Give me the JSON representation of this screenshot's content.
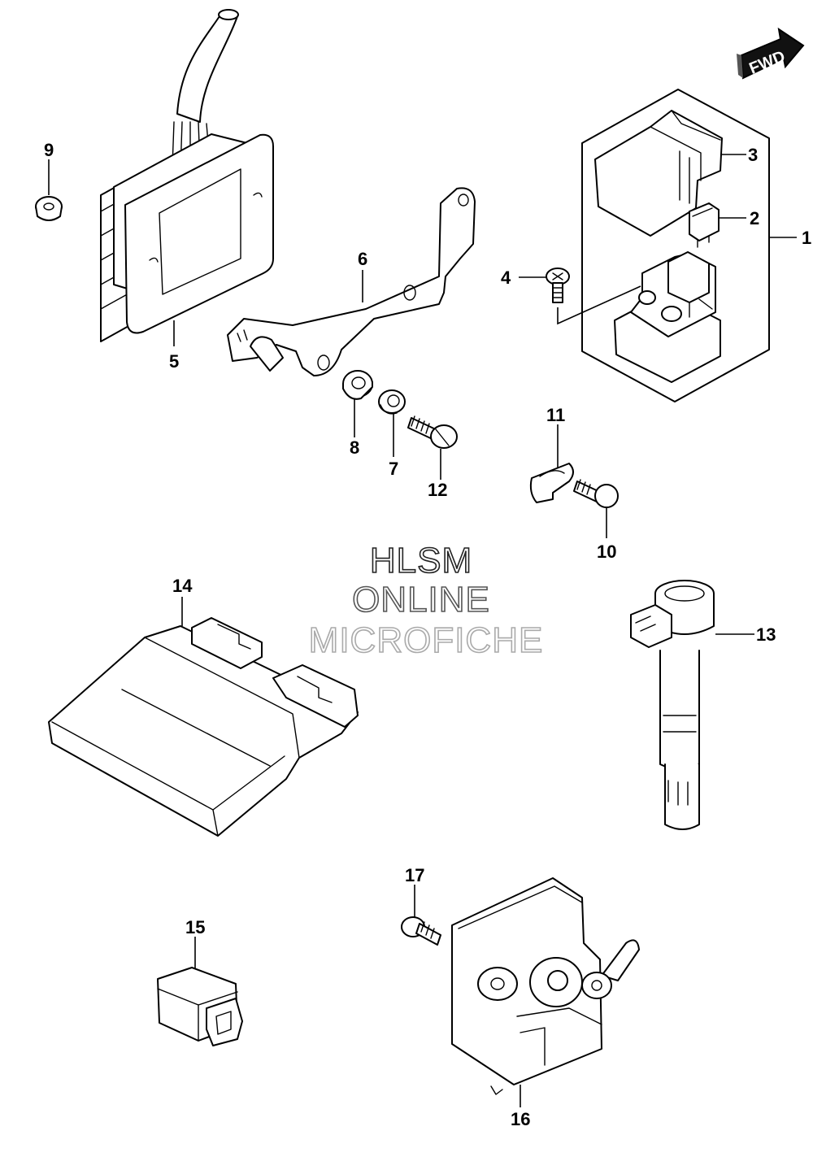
{
  "fwd_label": "FWD",
  "watermark": {
    "line1": "HLSM",
    "line2": "ONLINE",
    "line3": "MICROFICHE",
    "colors": [
      "#222222",
      "#555555",
      "#aaaaaa"
    ]
  },
  "callouts": {
    "p1": "1",
    "p2": "2",
    "p3": "3",
    "p4": "4",
    "p5": "5",
    "p6": "6",
    "p7": "7",
    "p8": "8",
    "p9": "9",
    "p10": "10",
    "p11": "11",
    "p12": "12",
    "p13": "13",
    "p14": "14",
    "p15": "15",
    "p16": "16",
    "p17": "17"
  }
}
